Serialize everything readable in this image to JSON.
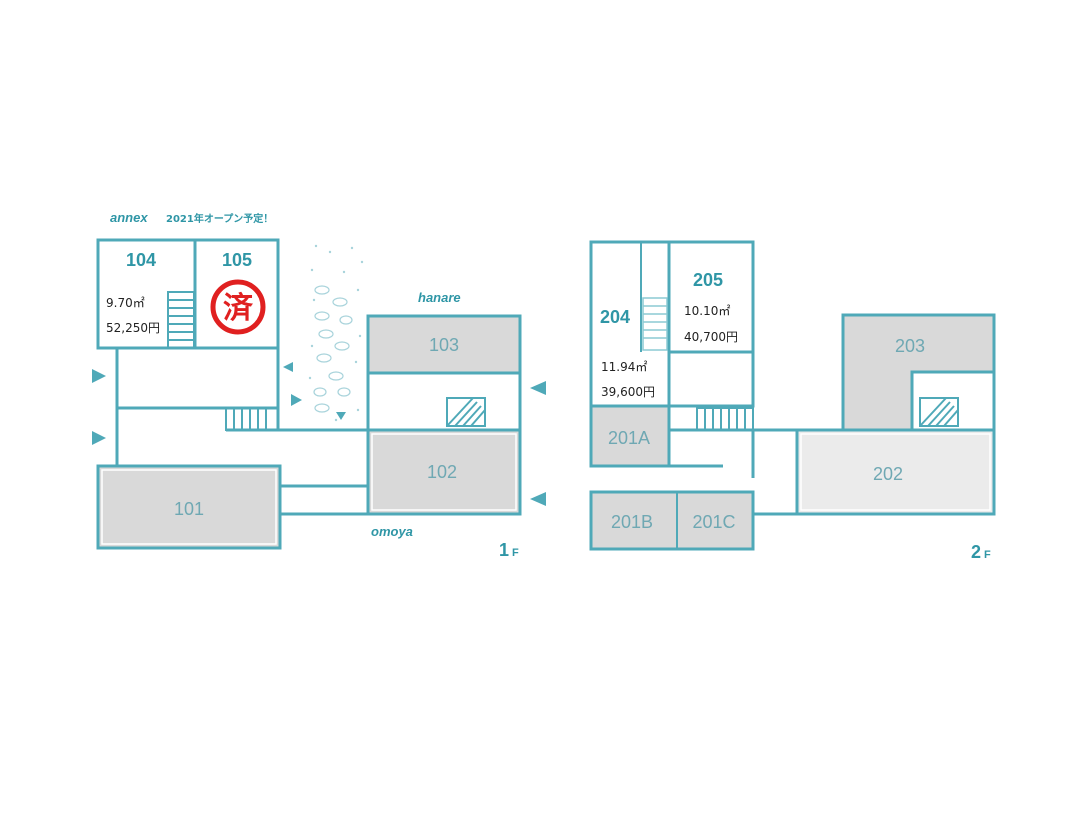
{
  "annex": {
    "label": "annex",
    "note": "2021年オープン予定！"
  },
  "hanare": {
    "label": "hanare"
  },
  "omoya": {
    "label": "omoya"
  },
  "floor1": {
    "number": "1",
    "suffix": "F"
  },
  "floor2": {
    "number": "2",
    "suffix": "F"
  },
  "rooms": {
    "r101": {
      "number": "101"
    },
    "r102": {
      "number": "102"
    },
    "r103": {
      "number": "103"
    },
    "r104": {
      "number": "104",
      "area": "9.70㎡",
      "price": "52,250円"
    },
    "r105": {
      "number": "105",
      "stamp": "済"
    },
    "r201A": {
      "number": "201A"
    },
    "r201B": {
      "number": "201B"
    },
    "r201C": {
      "number": "201C"
    },
    "r202": {
      "number": "202"
    },
    "r203": {
      "number": "203"
    },
    "r204": {
      "number": "204",
      "area": "11.94㎡",
      "price": "39,600円"
    },
    "r205": {
      "number": "205",
      "area": "10.10㎡",
      "price": "40,700円"
    }
  },
  "colors": {
    "wall": "#4fa9b8",
    "text_accent": "#2f96a6",
    "room_fill": "#d9d9d9",
    "stamp": "#e02020"
  }
}
